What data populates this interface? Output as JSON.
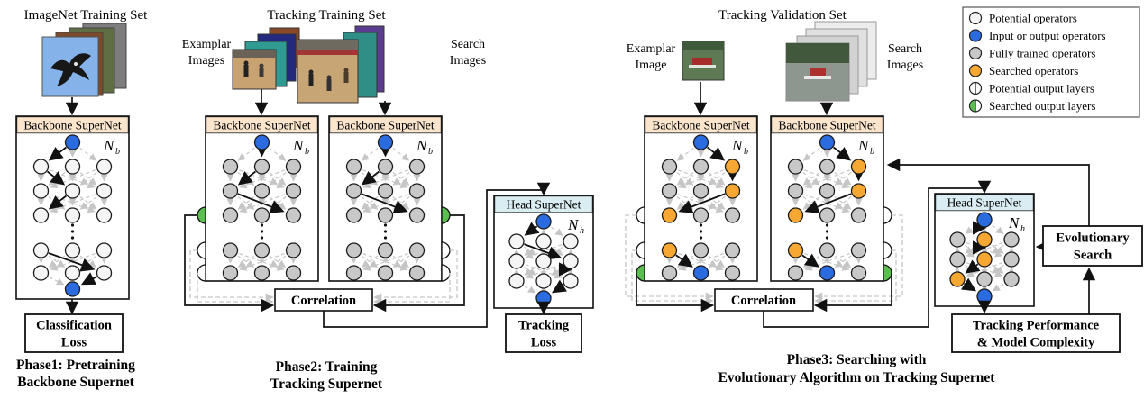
{
  "colors": {
    "backbone_header": "#fbe5cd",
    "head_header": "#d9edf2",
    "node_potential": "#f5f5f5",
    "node_io": "#2b6be0",
    "node_trained": "#c8c8c8",
    "node_searched": "#f6a833",
    "output_searched": "#5abf4f",
    "dashed_arrow": "#c6c6c6"
  },
  "symbols": {
    "main": "N",
    "backbone_sub": "b",
    "head_sub": "h"
  },
  "legend": {
    "items": [
      {
        "icon": "potential-operator-icon",
        "label": "Potential operators"
      },
      {
        "icon": "io-operator-icon",
        "label": "Input or output operators"
      },
      {
        "icon": "trained-operator-icon",
        "label": "Fully trained operators"
      },
      {
        "icon": "searched-operator-icon",
        "label": "Searched operators"
      },
      {
        "icon": "potential-output-layer-icon",
        "label": "Potential output layers"
      },
      {
        "icon": "searched-output-layer-icon",
        "label": "Searched output layers"
      }
    ]
  },
  "phase1": {
    "title": "ImageNet Training Set",
    "backbone_label": "Backbone SuperNet",
    "loss_line1": "Classification",
    "loss_line2": "Loss",
    "caption_line1": "Phase1: Pretraining",
    "caption_line2": "Backbone Supernet"
  },
  "phase2": {
    "title": "Tracking Training Set",
    "examplar_line1": "Examplar",
    "examplar_line2": "Images",
    "search_line1": "Search",
    "search_line2": "Images",
    "backbone_label": "Backbone SuperNet",
    "head_label": "Head SuperNet",
    "correlation_label": "Correlation",
    "loss_line1": "Tracking",
    "loss_line2": "Loss",
    "caption_line1": "Phase2: Training",
    "caption_line2": "Tracking Supernet"
  },
  "phase3": {
    "title": "Tracking Validation Set",
    "examplar_line1": "Examplar",
    "examplar_line2": "Image",
    "search_line1": "Search",
    "search_line2": "Images",
    "backbone_label": "Backbone SuperNet",
    "head_label": "Head SuperNet",
    "correlation_label": "Correlation",
    "es_line1": "Evolutionary",
    "es_line2": "Search",
    "perf_line1": "Tracking Performance",
    "perf_line2": "& Model Complexity",
    "caption_line1": "Phase3: Searching with",
    "caption_line2": "Evolutionary Algorithm on Tracking Supernet"
  },
  "networks": {
    "p1_backbone": {
      "top": "io",
      "bottom": "io",
      "rows": [
        [
          "pot",
          "pot",
          "pot"
        ],
        [
          "pot",
          "pot",
          "pot"
        ],
        [
          "pot",
          "pot",
          "pot"
        ],
        [
          "pot",
          "pot",
          "pot"
        ],
        [
          "pot",
          "pot",
          "pot"
        ]
      ],
      "path": [
        [
          "T",
          "0.0"
        ],
        [
          "0.0",
          "1.1"
        ],
        [
          "1.1",
          "2.0"
        ],
        [
          "3.0",
          "4.2"
        ],
        [
          "4.2",
          "B"
        ]
      ],
      "connectors": []
    },
    "p2_backbone": {
      "top": "io",
      "rows": [
        [
          "trn",
          "trn",
          "trn"
        ],
        [
          "trn",
          "trn",
          "trn"
        ],
        [
          "trn",
          "trn",
          "trn"
        ],
        [
          "trn",
          "trn",
          "trn"
        ],
        [
          "trn",
          "trn",
          "trn"
        ]
      ],
      "path": [
        [
          "T",
          "0.1"
        ],
        [
          "0.1",
          "1.0"
        ],
        [
          "1.0",
          "2.2"
        ]
      ],
      "connectors": [
        {
          "row": 2,
          "type": "searched"
        },
        {
          "row": 3,
          "type": "potential"
        },
        {
          "row": 4,
          "type": "potential"
        }
      ]
    },
    "p3_backbone": {
      "top": "io",
      "rows": [
        [
          "trn",
          "trn",
          "sea"
        ],
        [
          "trn",
          "trn",
          "sea"
        ],
        [
          "sea",
          "trn",
          "trn"
        ],
        [
          "sea",
          "trn",
          "trn"
        ],
        [
          "trn",
          "io",
          "trn"
        ]
      ],
      "path": [
        [
          "T",
          "0.2"
        ],
        [
          "0.2",
          "1.2"
        ],
        [
          "1.2",
          "2.0"
        ],
        [
          "3.0",
          "4.1"
        ]
      ],
      "connectors": [
        {
          "row": 2,
          "type": "potential"
        },
        {
          "row": 3,
          "type": "potential"
        },
        {
          "row": 4,
          "type": "searched"
        }
      ]
    },
    "p2_head": {
      "top": "io",
      "bottom": "io",
      "rows": [
        [
          "pot",
          "pot",
          "pot"
        ],
        [
          "pot",
          "pot",
          "pot"
        ],
        [
          "pot",
          "pot",
          "pot"
        ]
      ],
      "path": [
        [
          "T",
          "0.0"
        ],
        [
          "0.0",
          "1.2"
        ],
        [
          "1.2",
          "2.2"
        ],
        [
          "2.2",
          "B"
        ]
      ],
      "connectors": []
    },
    "p3_head": {
      "top": "io",
      "bottom": "io",
      "rows": [
        [
          "trn",
          "sea",
          "trn"
        ],
        [
          "trn",
          "sea",
          "trn"
        ],
        [
          "sea",
          "trn",
          "trn"
        ]
      ],
      "path": [
        [
          "T",
          "0.1"
        ],
        [
          "0.1",
          "1.1"
        ],
        [
          "1.1",
          "2.0"
        ],
        [
          "2.0",
          "B"
        ]
      ],
      "connectors": []
    }
  }
}
